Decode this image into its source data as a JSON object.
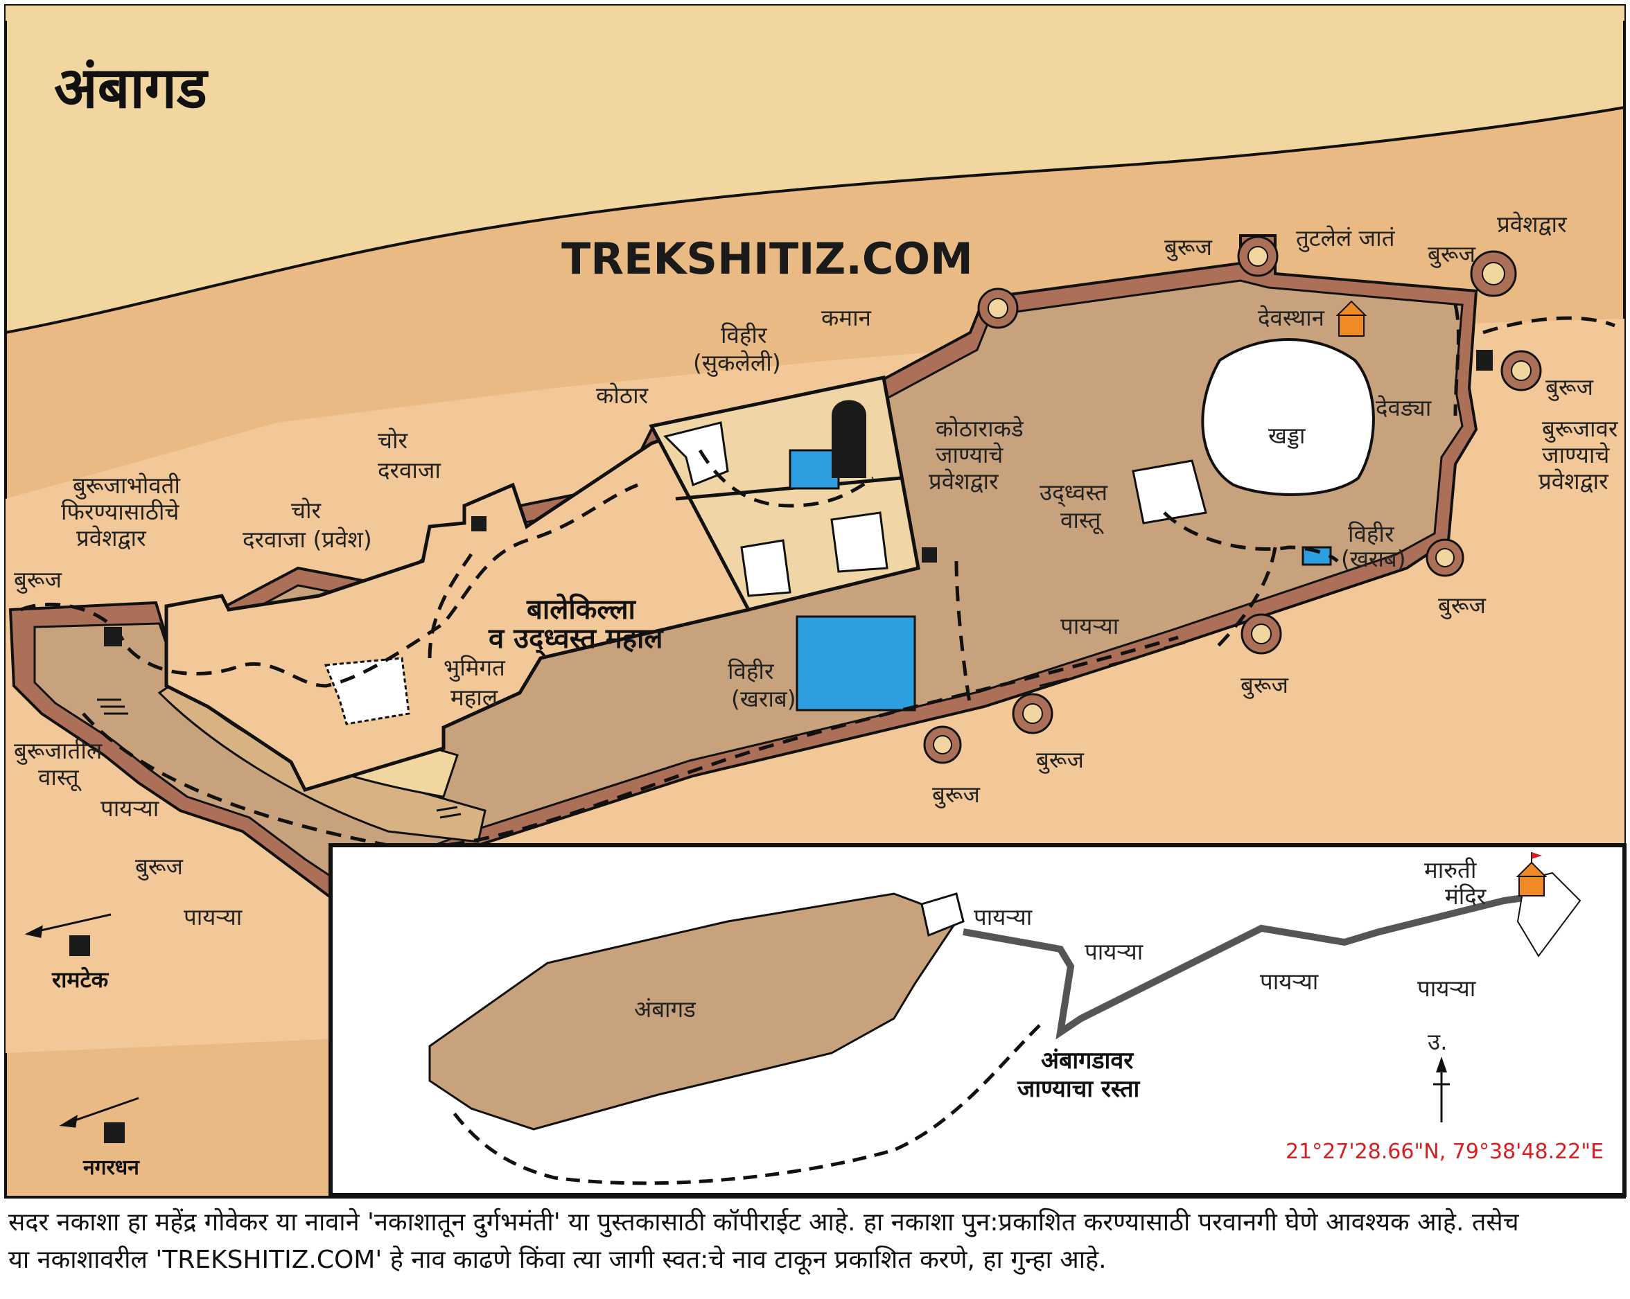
{
  "title": "अंबागड",
  "watermark": "TREKSHITIZ.COM",
  "colors": {
    "terrain_dark": "#e9ba84",
    "terrain_light": "#f2c898",
    "terrain_band": "#f1d79f",
    "fort_interior": "#c8a27c",
    "rampart": "#ac6f58",
    "kothar_area": "#f0d6a6",
    "water": "#2d9fe0",
    "temple": "#f08a26",
    "coordinates": "#d42020"
  },
  "labels": {
    "buruj": "बुरूज",
    "payarya": "पायऱ्या",
    "tutlela_jata": "तुटलेलं जातं",
    "pravesh_dwar": "प्रवेशद्वार",
    "devsthan": "देवस्थान",
    "khaddha": "खड्डा",
    "devdya": "देवड्या",
    "burujavar_line1": "बुरूजावर",
    "burujavar_line2": "जाण्याचे",
    "burujavar_line3": "प्रवेशद्वार",
    "kaman": "कमान",
    "vihir": "विहीर",
    "sukleli": "(सुकलेली)",
    "kharab": "(खराब)",
    "kothar": "कोठार",
    "kotharakade_line1": "कोठाराकडे",
    "kotharakade_line2": "जाण्याचे",
    "kotharakade_line3": "प्रवेशद्वार",
    "udhwasta_line1": "उद्ध्वस्त",
    "udhwasta_line2": "वास्तू",
    "chor": "चोर",
    "darwaja": "दरवाजा",
    "darwaja_pravesh": "दरवाजा (प्रवेश)",
    "burujabhovti_line1": "बुरूजाभोवती",
    "burujabhovti_line2": "फिरण्यासाठीचे",
    "burujabhovti_line3": "प्रवेशद्वार",
    "balekilla_line1": "बालेकिल्ला",
    "balekilla_line2": "व उद्ध्वस्त महाल",
    "bhumigat_line1": "भुमिगत",
    "bhumigat_line2": "महाल",
    "burujatil_line1": "बुरूजातील",
    "burujatil_line2": "वास्तू",
    "ramtek": "रामटेक",
    "nagardhan": "नगरधन"
  },
  "inset": {
    "fort_label": "अंबागड",
    "maruti_line1": "मारुती",
    "maruti_line2": "मंदिर",
    "route_line1": "अंबागडावर",
    "route_line2": "जाण्याचा रस्ता",
    "north": "उ.",
    "coordinates": "21°27'28.66\"N,  79°38'48.22\"E"
  },
  "footer": {
    "line1": "सदर नकाशा हा महेंद्र गोवेकर या नावाने 'नकाशातून दुर्गभमंती' या पुस्तकासाठी कॉपीराईट आहे. हा नकाशा पुन:प्रकाशित करण्यासाठी परवानगी घेणे आवश्यक आहे. तसेच",
    "line2": "या नकाशावरील 'TREKSHITIZ.COM' हे नाव काढणे किंवा त्या जागी स्वत:चे नाव टाकून प्रकाशित करणे, हा गुन्हा आहे."
  }
}
